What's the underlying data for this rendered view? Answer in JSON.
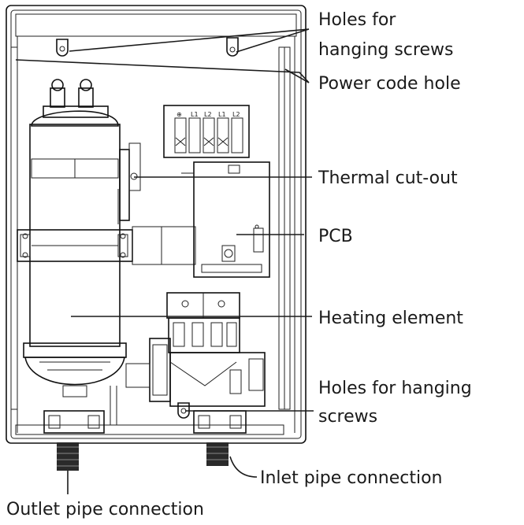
{
  "callouts": {
    "holes_top_line1": "Holes for",
    "holes_top_line2": "hanging screws",
    "power_cord_hole": "Power code hole",
    "thermal_cutout": "Thermal cut-out",
    "pcb": "PCB",
    "heating_element": "Heating element",
    "holes_bottom_line1": "Holes for hanging",
    "holes_bottom_line2": "screws",
    "inlet_pipe": "Inlet pipe connection",
    "outlet_pipe": "Outlet pipe connection"
  },
  "terminal_labels": [
    "⊕",
    "L1",
    "L2",
    "L1",
    "L2"
  ]
}
